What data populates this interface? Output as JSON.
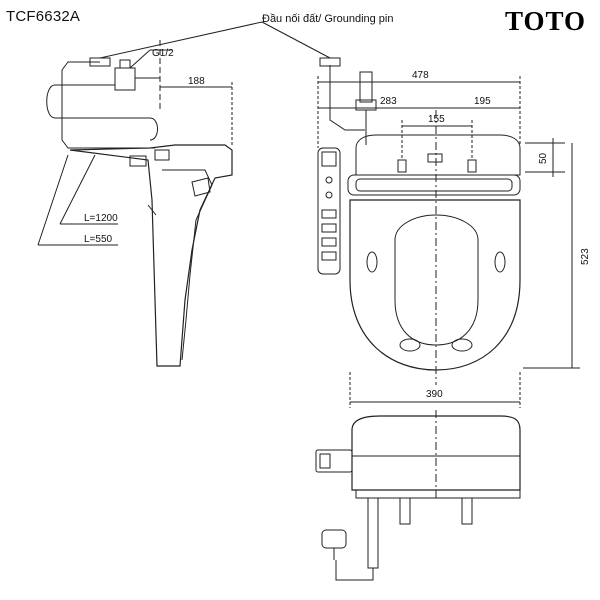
{
  "header": {
    "model": "TCF6632A",
    "brand": "TOTO",
    "callout": "Đầu nối đất/ Grounding pin"
  },
  "side_view": {
    "thread": "G1/2",
    "depth": "188",
    "hose_long": "L=1200",
    "hose_short": "L=550"
  },
  "top_view": {
    "overall_width": "478",
    "left_offset": "283",
    "right_offset": "195",
    "bolt_spacing": "155",
    "hinge_depth": "50",
    "overall_length": "523",
    "seat_width": "390"
  }
}
